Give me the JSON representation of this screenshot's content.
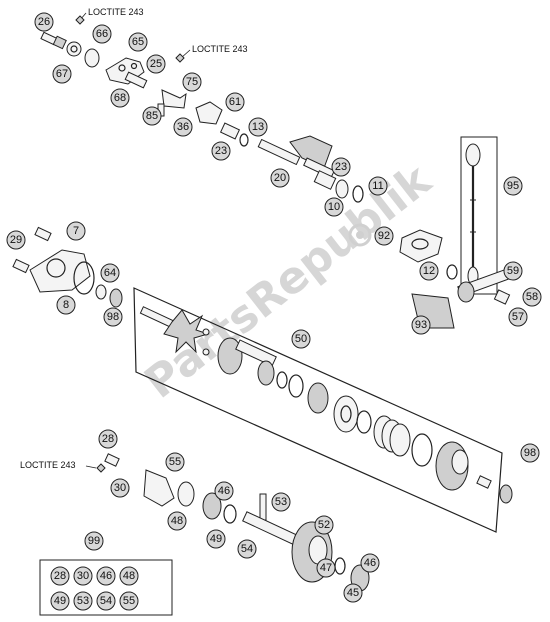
{
  "watermark": "PartsRepublik",
  "loctite_label": "LOCTITE 243",
  "callouts": {
    "c26": "26",
    "c66": "66",
    "c65": "65",
    "c67": "67",
    "c25": "25",
    "c75": "75",
    "c68": "68",
    "c85": "85",
    "c61": "61",
    "c36": "36",
    "c13": "13",
    "c23a": "23",
    "c20": "20",
    "c23b": "23",
    "c10": "10",
    "c11": "11",
    "c95": "95",
    "c92": "92",
    "c29": "29",
    "c7": "7",
    "c64": "64",
    "c8": "8",
    "c98a": "98",
    "c12": "12",
    "c59": "59",
    "c58": "58",
    "c93": "93",
    "c57": "57",
    "c50": "50",
    "c98b": "98",
    "c28": "28",
    "c30": "30",
    "c55": "55",
    "c46a": "46",
    "c48": "48",
    "c53": "53",
    "c49": "49",
    "c52": "52",
    "c54": "54",
    "c47": "47",
    "c46b": "46",
    "c45": "45",
    "c99": "99"
  },
  "kit_99": {
    "row1": [
      "28",
      "30",
      "46",
      "48"
    ],
    "row2": [
      "49",
      "53",
      "54",
      "55"
    ]
  }
}
